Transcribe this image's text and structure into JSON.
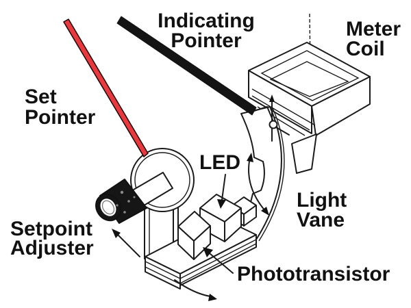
{
  "figure": {
    "type": "technical-diagram",
    "subject": "Optical meter relay mechanism with LED, light vane and phototransistor",
    "background_color": "#ffffff",
    "line_color": "#1a1a1a",
    "text_color": "#111111",
    "set_pointer_color": "#e8393f",
    "indicating_pointer_color": "#141414"
  },
  "labels": {
    "set_pointer": {
      "line1": "Set",
      "line2": "Pointer"
    },
    "indicating_pointer": {
      "line1": "Indicating",
      "line2": "Pointer"
    },
    "meter_coil": {
      "line1": "Meter",
      "line2": "Coil"
    },
    "led": {
      "text": "LED"
    },
    "light_vane": {
      "line1": "Light",
      "line2": "Vane"
    },
    "setpoint_adjuster": {
      "line1": "Setpoint",
      "line2": "Adjuster"
    },
    "phototransistor": {
      "text": "Phototransistor"
    }
  }
}
